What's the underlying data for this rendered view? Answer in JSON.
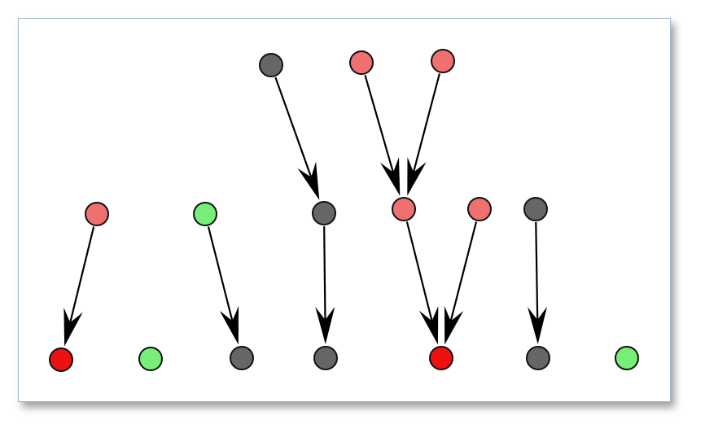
{
  "colors": {
    "gray": "#666666",
    "light_red": "#f07070",
    "red": "#ee1111",
    "green": "#77ee77",
    "stroke": "#111111",
    "arrow": "#000000"
  },
  "nodes": [
    {
      "id": "r1-gray",
      "color": "gray"
    },
    {
      "id": "r1-pink-a",
      "color": "light_red"
    },
    {
      "id": "r1-pink-b",
      "color": "light_red"
    },
    {
      "id": "r2-pink",
      "color": "light_red"
    },
    {
      "id": "r2-green",
      "color": "green"
    },
    {
      "id": "r2-gray-a",
      "color": "gray"
    },
    {
      "id": "r2-pink-b",
      "color": "light_red"
    },
    {
      "id": "r2-pink-c",
      "color": "light_red"
    },
    {
      "id": "r2-gray-b",
      "color": "gray"
    },
    {
      "id": "r3-red-a",
      "color": "red"
    },
    {
      "id": "r3-green-a",
      "color": "green"
    },
    {
      "id": "r3-gray-a",
      "color": "gray"
    },
    {
      "id": "r3-gray-b",
      "color": "gray"
    },
    {
      "id": "r3-red-b",
      "color": "red"
    },
    {
      "id": "r3-gray-c",
      "color": "gray"
    },
    {
      "id": "r3-green-b",
      "color": "green"
    }
  ],
  "edges": [
    {
      "from": "r1-gray",
      "to": "r2-gray-a"
    },
    {
      "from": "r1-pink-a",
      "to": "r2-pink-b"
    },
    {
      "from": "r1-pink-b",
      "to": "r2-pink-b"
    },
    {
      "from": "r2-pink",
      "to": "r3-red-a"
    },
    {
      "from": "r2-green",
      "to": "r3-gray-a"
    },
    {
      "from": "r2-gray-a",
      "to": "r3-gray-b"
    },
    {
      "from": "r2-pink-b",
      "to": "r3-red-b"
    },
    {
      "from": "r2-pink-c",
      "to": "r3-red-b"
    },
    {
      "from": "r2-gray-b",
      "to": "r3-gray-c"
    }
  ]
}
